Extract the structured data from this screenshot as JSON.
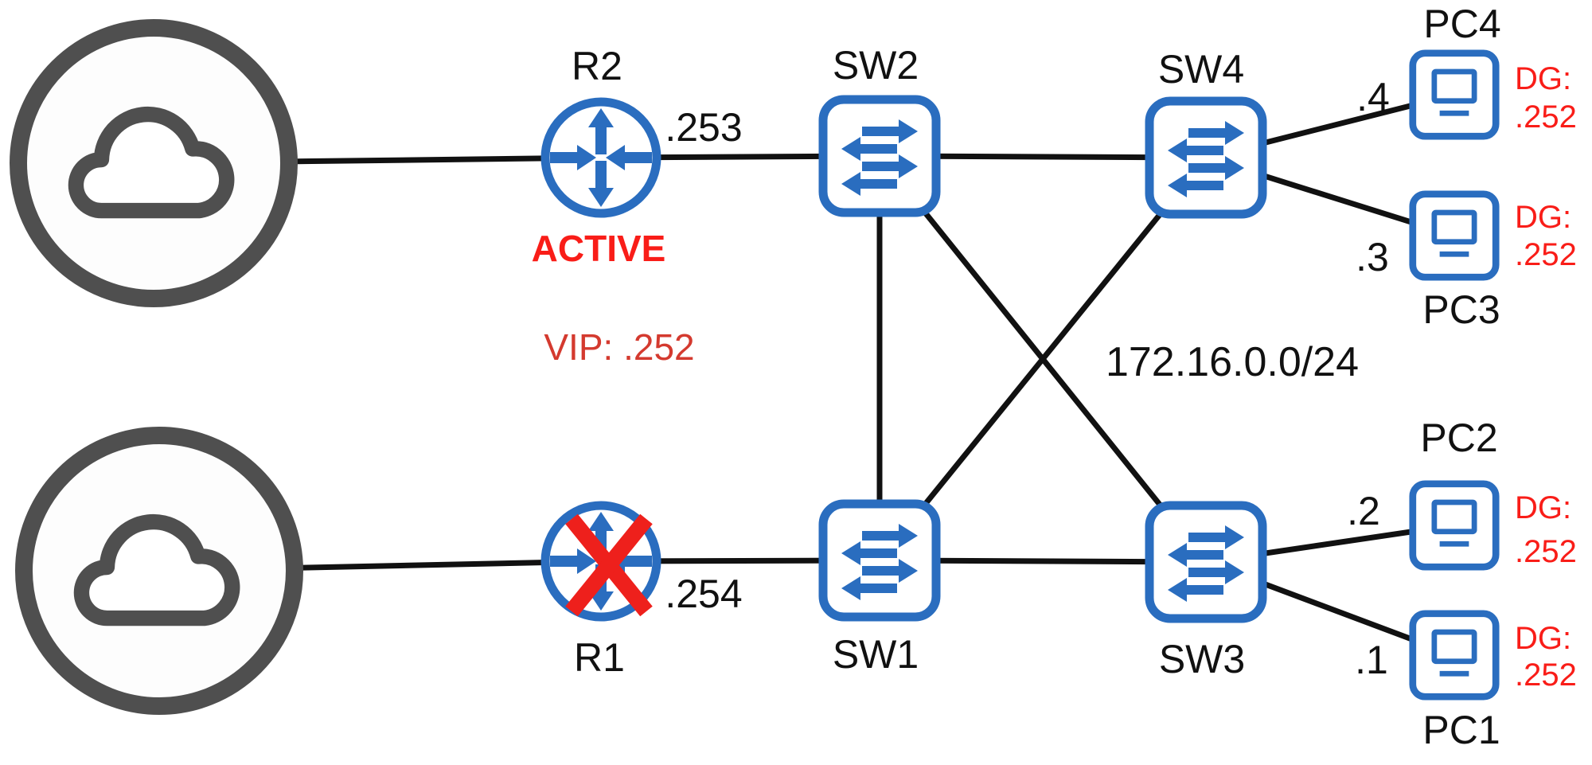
{
  "diagram": {
    "network_label": "172.16.0.0/24",
    "vip_label": "VIP: .252"
  },
  "routers": {
    "r2": {
      "label": "R2",
      "interface_ip": ".253",
      "status": "ACTIVE"
    },
    "r1": {
      "label": "R1",
      "interface_ip": ".254",
      "status": "failed-x-mark"
    }
  },
  "switches": {
    "sw1": {
      "label": "SW1"
    },
    "sw2": {
      "label": "SW2"
    },
    "sw3": {
      "label": "SW3"
    },
    "sw4": {
      "label": "SW4"
    }
  },
  "pcs": {
    "pc1": {
      "label": "PC1",
      "host_ip": ".1",
      "dg_prefix": "DG:",
      "dg_value": ".252"
    },
    "pc2": {
      "label": "PC2",
      "host_ip": ".2",
      "dg_prefix": "DG:",
      "dg_value": ".252"
    },
    "pc3": {
      "label": "PC3",
      "host_ip": ".3",
      "dg_prefix": "DG:",
      "dg_value": ".252"
    },
    "pc4": {
      "label": "PC4",
      "host_ip": ".4",
      "dg_prefix": "DG:",
      "dg_value": ".252"
    }
  },
  "clouds": {
    "count": 2,
    "meaning": "external-networks"
  },
  "links": [
    "cloud1-r2",
    "r2-sw2",
    "sw2-sw4",
    "cloud2-r1",
    "r1-sw1",
    "sw1-sw3",
    "sw2-sw1",
    "sw2-sw3",
    "sw4-sw1",
    "sw4-pc4",
    "sw4-pc3",
    "sw3-pc2",
    "sw3-pc1"
  ],
  "colors": {
    "device_blue": "#2a6dbf",
    "alert_red": "#f91d18",
    "vip_red": "#d43a2f",
    "x_mark_red": "#ee201c",
    "cloud_gray": "#4f4f4f",
    "link_black": "#111111",
    "background": "#ffffff"
  }
}
